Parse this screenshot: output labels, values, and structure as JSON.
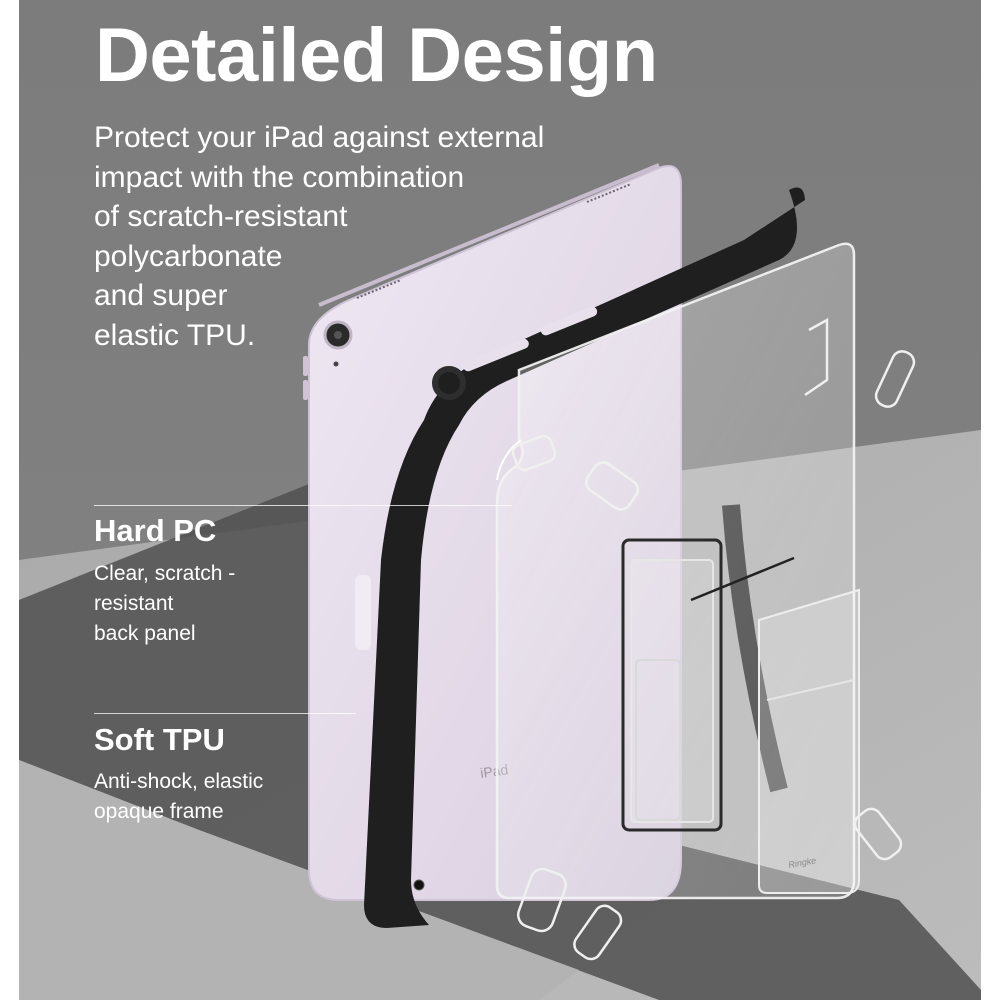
{
  "page": {
    "title": "Detailed Design",
    "description_lines": [
      "Protect your iPad against external",
      "impact with the combination",
      "of scratch-resistant",
      "polycarbonate",
      "and super",
      "elastic TPU."
    ]
  },
  "callouts": [
    {
      "title": "Hard PC",
      "body_lines": [
        "Clear, scratch -",
        "resistant",
        "back panel"
      ]
    },
    {
      "title": "Soft TPU",
      "body_lines": [
        "Anti-shock, elastic",
        "opaque frame"
      ]
    }
  ],
  "product": {
    "device_label": "iPad",
    "brand_mark": "Ringke"
  },
  "colors": {
    "background_gray": "#7b7b7b",
    "floor_gray": "#b4b4b4",
    "shadow_gray": "#4e4e4e",
    "ipad_lavender": "#e4dbe8",
    "tpu_frame_black": "#1e1e1e",
    "text_white": "#ffffff"
  }
}
